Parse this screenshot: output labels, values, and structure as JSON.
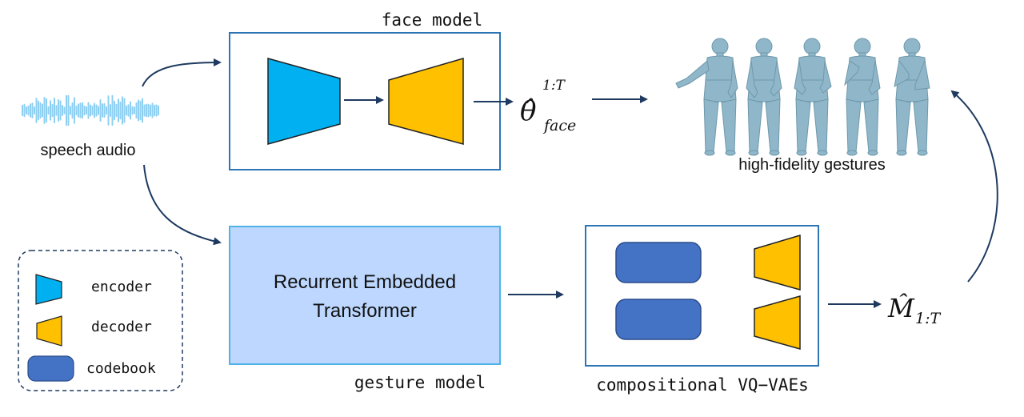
{
  "colors": {
    "encoder": "#00b0f0",
    "decoder": "#ffc000",
    "codebook": "#4472c4",
    "transformer_fill": "#bdd7fe",
    "transformer_border": "#4fb3e8",
    "box_border": "#2e75b6",
    "arrow": "#1f3a60",
    "audio": "#8fd0f2",
    "body_mesh": "#8fb7c9",
    "legend_border": "#1f3a60"
  },
  "inputs": {
    "audio_label": "speech audio"
  },
  "face_model": {
    "title": "face model",
    "output_symbol": "θ̂",
    "output_superscript": "1:T",
    "output_subscript": "face"
  },
  "gesture_model": {
    "title": "gesture model",
    "block_label_line1": "Recurrent Embedded",
    "block_label_line2": "Transformer"
  },
  "vqvae": {
    "title": "compositional VQ−VAEs",
    "output_symbol": "M̂",
    "output_subscript": "1:T"
  },
  "output": {
    "label": "high-fidelity gestures"
  },
  "legend": {
    "items": [
      {
        "label": "encoder",
        "icon": "encoder-icon"
      },
      {
        "label": "decoder",
        "icon": "decoder-icon"
      },
      {
        "label": "codebook",
        "icon": "codebook-icon"
      }
    ]
  }
}
